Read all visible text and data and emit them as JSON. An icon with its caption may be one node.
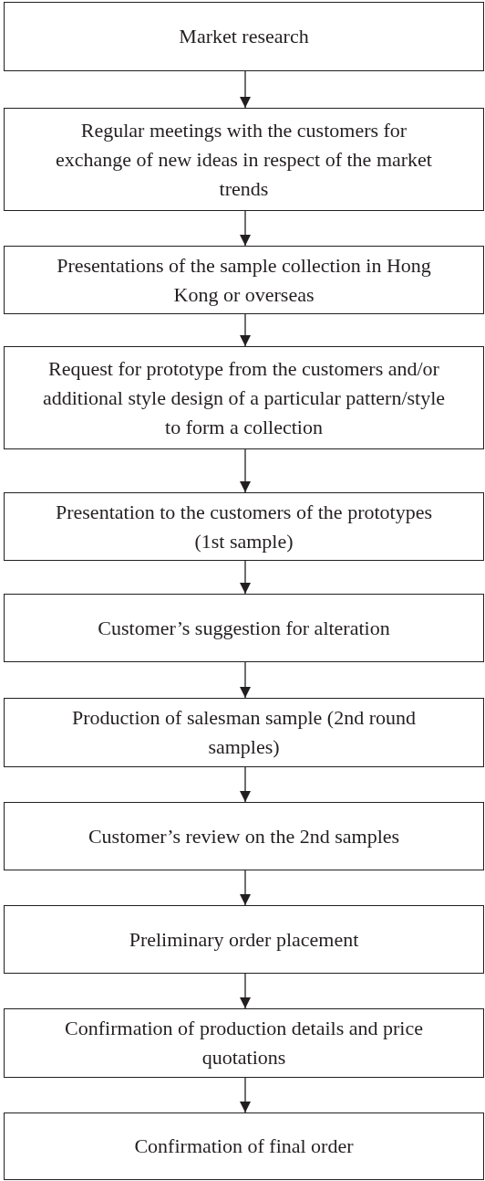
{
  "diagram": {
    "nodes": [
      {
        "text": [
          "Market research"
        ]
      },
      {
        "text": [
          "Regular meetings with the customers for exchange of new ideas in respect of the market trends"
        ]
      },
      {
        "text": [
          "Presentations of the sample collection in Hong Kong or overseas"
        ]
      },
      {
        "text": [
          "Request for prototype from the customers and/or additional style design of a particular pattern/style to form a collection"
        ]
      },
      {
        "text": [
          "Presentation to the customers of the prototypes (1st sample)"
        ]
      },
      {
        "text": [
          "Customer’s suggestion for alteration"
        ]
      },
      {
        "text": [
          "Production of salesman sample (2nd round samples)"
        ]
      },
      {
        "text": [
          "Customer’s review on the 2nd samples"
        ]
      },
      {
        "text": [
          "Preliminary order placement"
        ]
      },
      {
        "text": [
          "Confirmation of production details and price quotations"
        ]
      },
      {
        "text": [
          "Confirmation of final order"
        ]
      }
    ],
    "edges": [
      {
        "from": 0,
        "to": 1,
        "arrow": "to"
      },
      {
        "from": 1,
        "to": 2,
        "arrow": "to"
      },
      {
        "from": 2,
        "to": 3,
        "arrow": "to"
      },
      {
        "from": 3,
        "to": 4,
        "arrow": "to"
      },
      {
        "from": 4,
        "to": 5,
        "arrow": "to"
      },
      {
        "from": 5,
        "to": 6,
        "arrow": "to"
      },
      {
        "from": 6,
        "to": 7,
        "arrow": "to"
      },
      {
        "from": 7,
        "to": 8,
        "arrow": "to"
      },
      {
        "from": 8,
        "to": 9,
        "arrow": "to"
      },
      {
        "from": 9,
        "to": 10,
        "arrow": "to"
      }
    ]
  }
}
